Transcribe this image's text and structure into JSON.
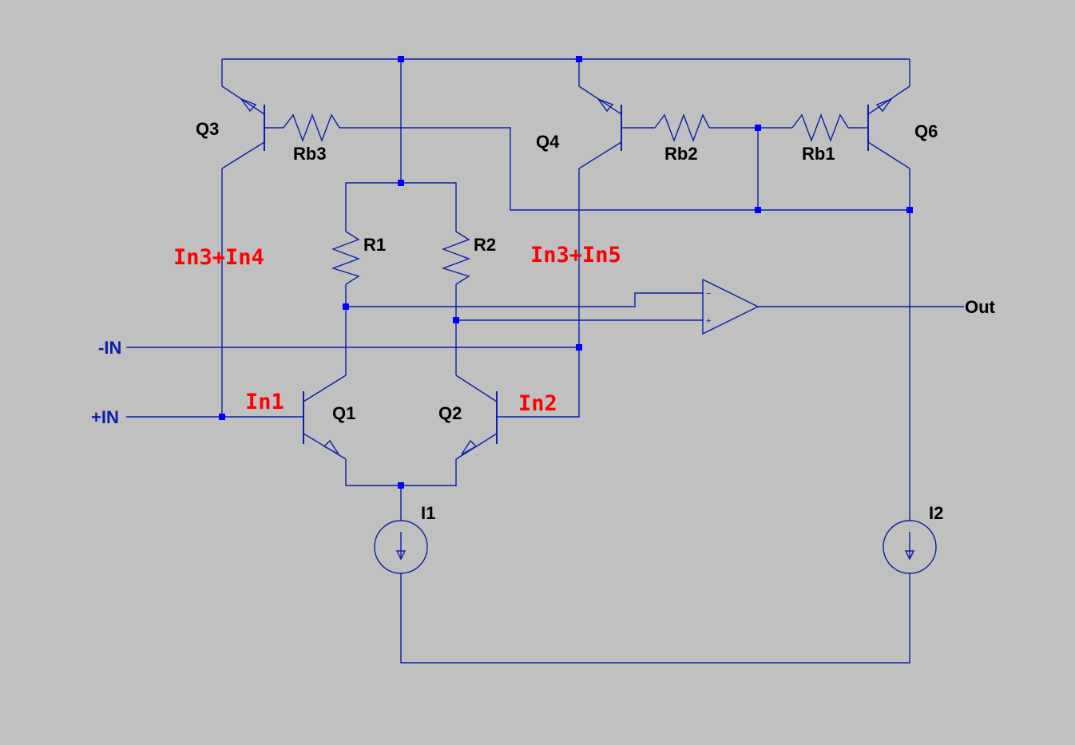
{
  "schematic": {
    "components": {
      "Q1": "Q1",
      "Q2": "Q2",
      "Q3": "Q3",
      "Q4": "Q4",
      "Q6": "Q6",
      "R1": "R1",
      "R2": "R2",
      "Rb1": "Rb1",
      "Rb2": "Rb2",
      "Rb3": "Rb3",
      "I1": "I1",
      "I2": "I2"
    },
    "ports": {
      "minus_in": "-IN",
      "plus_in": "+IN",
      "out": "Out"
    },
    "opamp_pins": {
      "inverting": "−",
      "noninverting": "+"
    },
    "annotations": {
      "in1": "In1",
      "in2": "In2",
      "in34": "In3+In4",
      "in35": "In3+In5"
    },
    "colors": {
      "background": "#c0c0c0",
      "wire": "#0b1fa8",
      "junction": "#0000ff",
      "annotation": "#ff0000"
    }
  }
}
